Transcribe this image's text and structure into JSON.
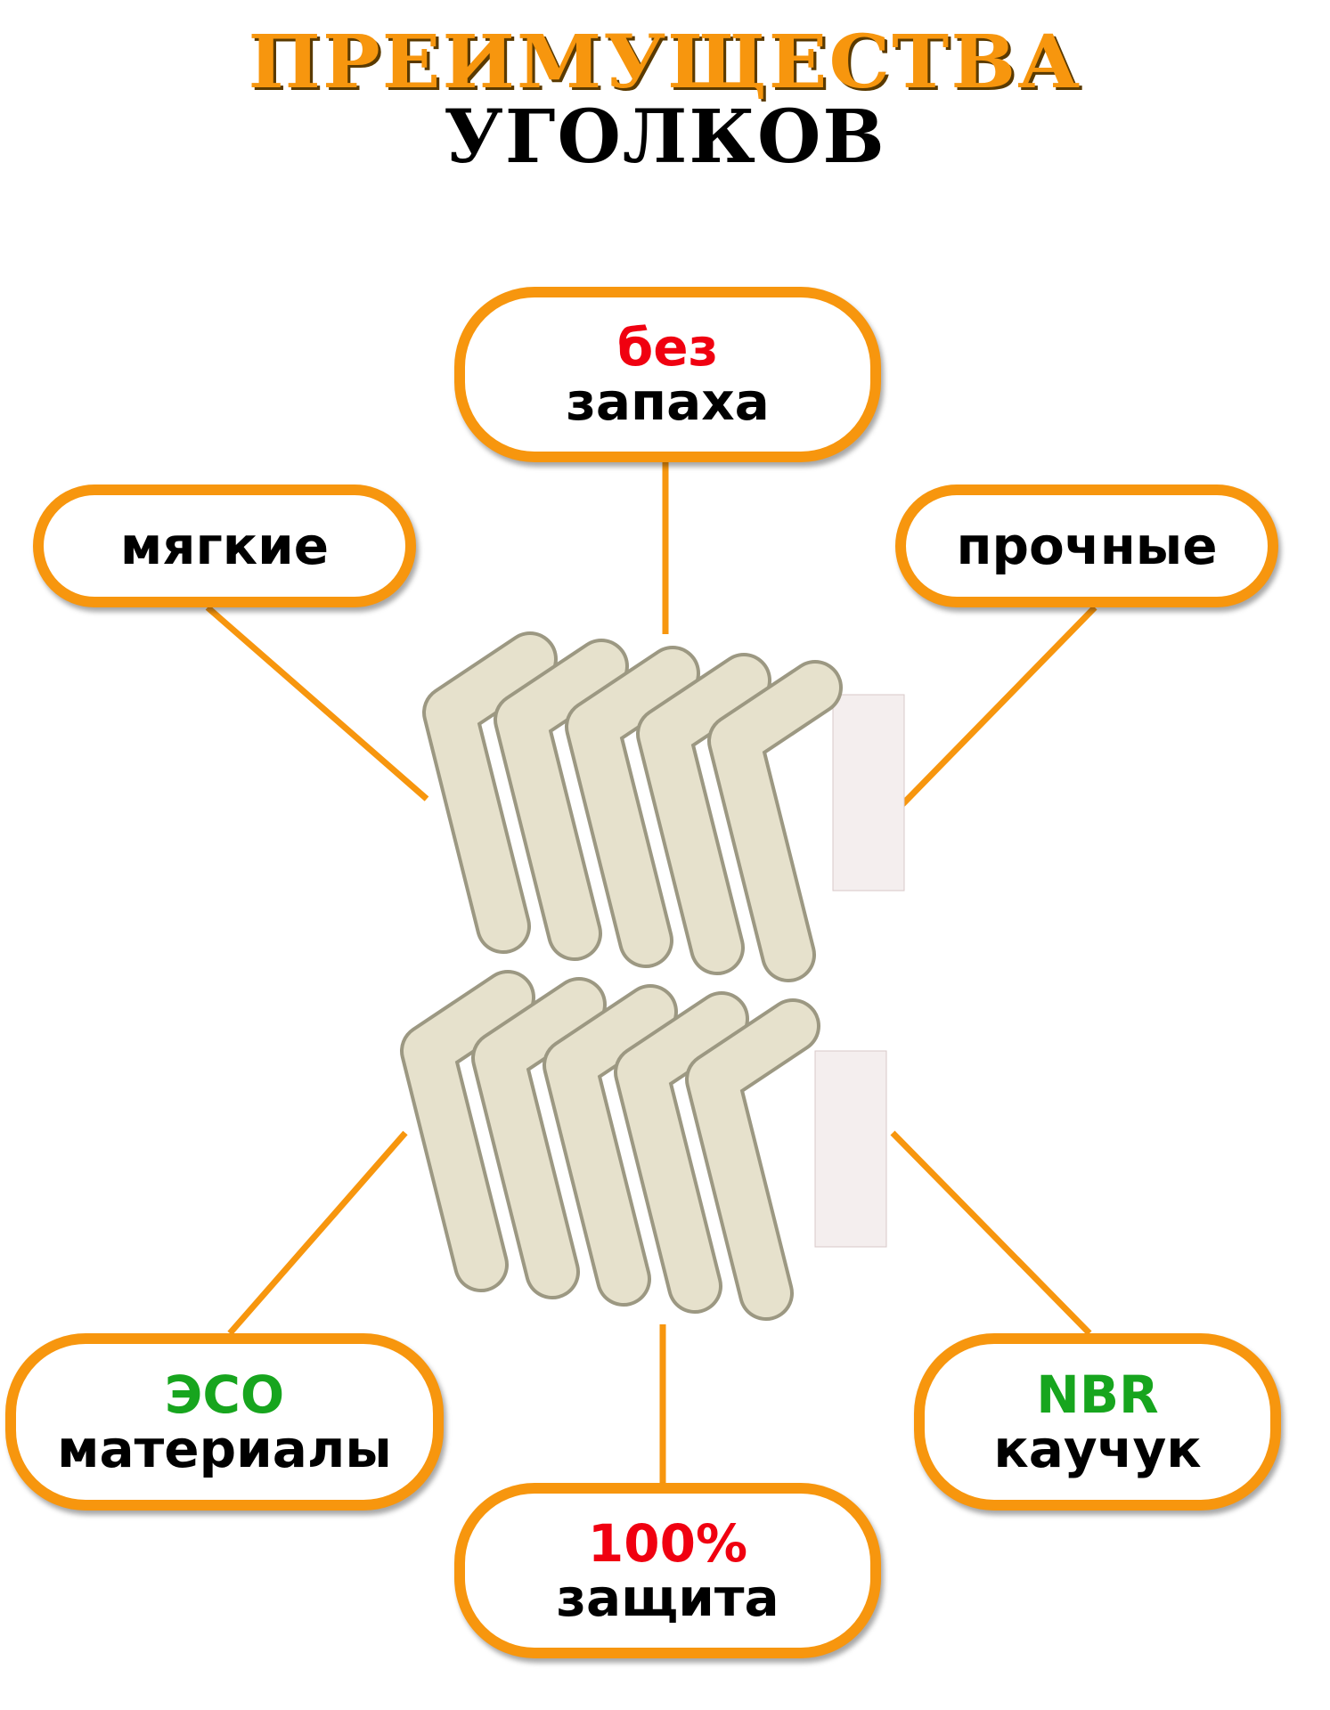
{
  "title": {
    "line1": "ПРЕИМУЩЕСТВА",
    "line2": "УГОЛКОВ"
  },
  "features": {
    "top": {
      "accent": "без",
      "text": "запаха"
    },
    "left": {
      "text": "мягкие"
    },
    "right": {
      "text": "прочные"
    },
    "bottom_left": {
      "accent": "ЭCO",
      "text": "материалы"
    },
    "bottom_right": {
      "accent": "NBR",
      "text": "каучук"
    },
    "bottom": {
      "accent": "100%",
      "text": "защита"
    }
  },
  "colors": {
    "orange": "#f7960e",
    "red": "#f00010",
    "green": "#17a51e",
    "product": "#e6e1cc"
  },
  "image": {
    "subject": "corner-protectors-icon"
  }
}
